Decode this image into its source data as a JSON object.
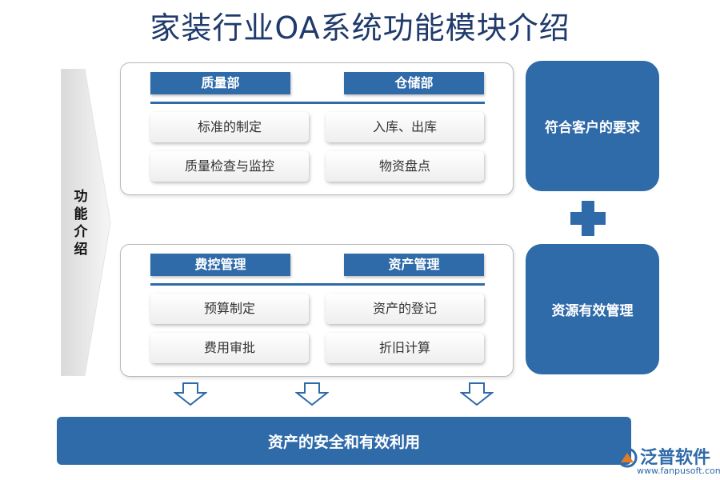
{
  "title": "家装行业OA系统功能模块介绍",
  "side_label": "功能介绍",
  "panels": [
    {
      "left_header": "质量部",
      "right_header": "仓储部",
      "left_items": [
        "标准的制定",
        "质量检查与监控"
      ],
      "right_items": [
        "入库、出库",
        "物资盘点"
      ]
    },
    {
      "left_header": "费控管理",
      "right_header": "资产管理",
      "left_items": [
        "预算制定",
        "费用审批"
      ],
      "right_items": [
        "资产的登记",
        "折旧计算"
      ]
    }
  ],
  "right_boxes": [
    "符合客户的要求",
    "资源有效管理"
  ],
  "bottom_bar": "资产的安全和有效利用",
  "logo": {
    "name": "泛普软件",
    "url": "www.fanpusoft.com"
  },
  "colors": {
    "primary": "#2f6aa9",
    "title": "#1f3a6b"
  },
  "icons": {
    "plus": "plus-icon",
    "down_arrow": "down-arrow-icon",
    "side_arrow": "chevron-arrow-icon"
  }
}
